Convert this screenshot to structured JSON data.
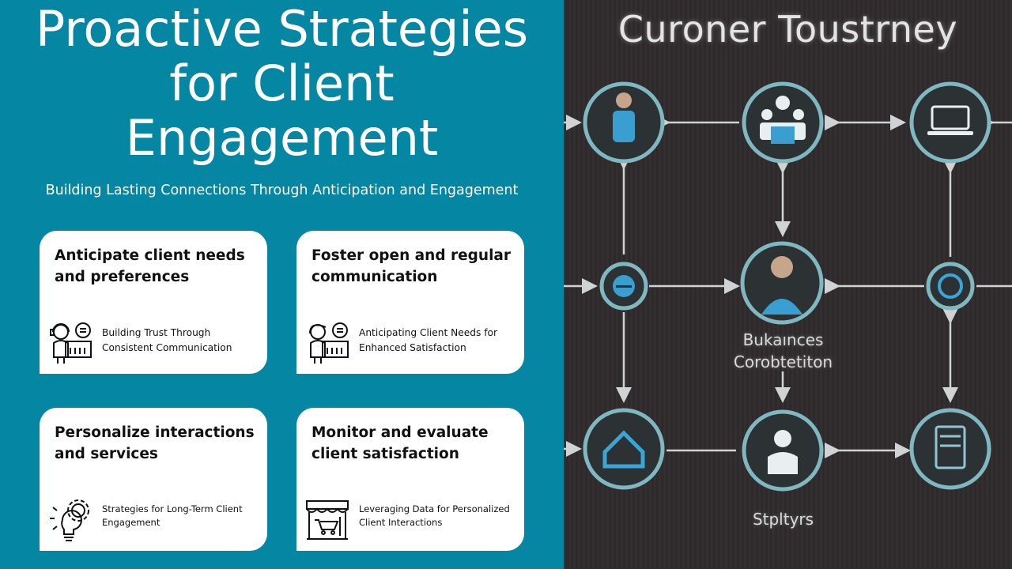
{
  "title": "Proactive Strategies for Client Engagement",
  "subtitle": "Building Lasting Connections Through Anticipation and Engagement",
  "cards": [
    {
      "heading": "Anticipate client needs and preferences",
      "sub": "Building Trust Through Consistent Communication",
      "icon": "support-agent-icon"
    },
    {
      "heading": "Foster open and regular communication",
      "sub": "Anticipating Client Needs for Enhanced Satisfaction",
      "icon": "customer-service-icon"
    },
    {
      "heading": "Personalize interactions and services",
      "sub": "Strategies for Long-Term Client Engagement",
      "icon": "lightbulb-gear-icon"
    },
    {
      "heading": "Monitor and evaluate client satisfaction",
      "sub": "Leveraging Data for Personalized Client Interactions",
      "icon": "storefront-cart-icon"
    }
  ],
  "image": {
    "title": "Curoner Toustrney",
    "center_label": "Bukaınces Corobtetiton",
    "bottom_label": "Stpltyrs"
  },
  "colors": {
    "panel": "#0586a2",
    "card": "#ffffff",
    "image_bg": "#2e2a2c",
    "node_ring": "#7fb8c0"
  }
}
